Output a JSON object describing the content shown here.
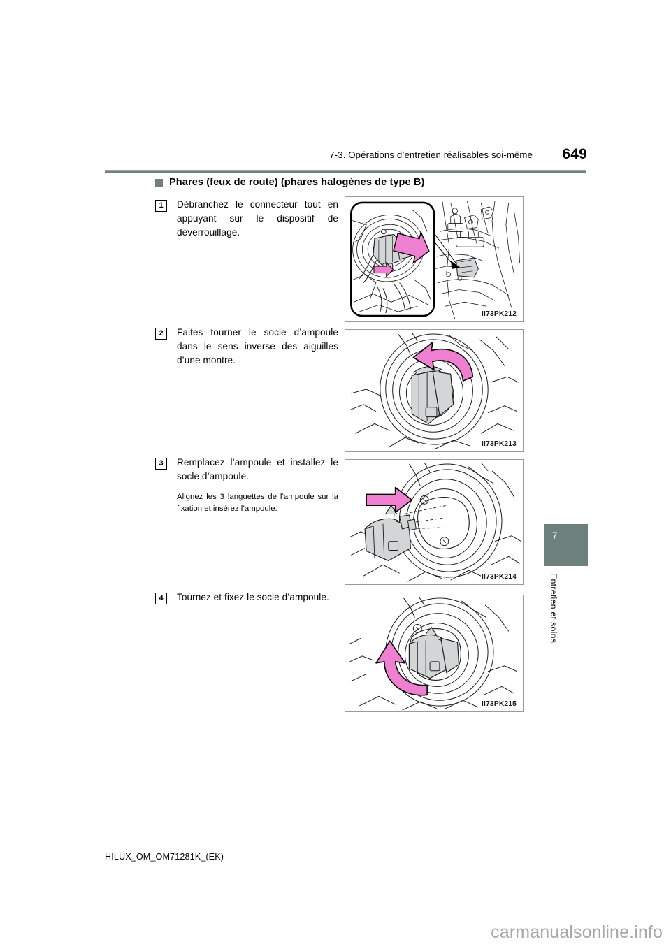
{
  "header": {
    "title": "7-3. Opérations d’entretien réalisables soi-même",
    "page_number": "649"
  },
  "section": {
    "bullet_icon": "filled-square-bullet",
    "label": "Phares (feux de route) (phares halogènes de type B)"
  },
  "steps": [
    {
      "number": "1",
      "text": "Débranchez le connecteur tout en appuyant sur le dispositif de déverrouillage.",
      "subtext": "",
      "image_code": "II73PK212"
    },
    {
      "number": "2",
      "text": "Faites tourner le socle d’ampoule dans le sens inverse des aiguilles d’une montre.",
      "subtext": "",
      "image_code": "II73PK213"
    },
    {
      "number": "3",
      "text": "Remplacez l’ampoule et installez le socle d’ampoule.",
      "subtext": "Alignez les 3 languettes de l’ampoule sur la fixation et insérez l’ampoule.",
      "image_code": "II73PK214"
    },
    {
      "number": "4",
      "text": "Tournez et fixez le socle d’ampoule.",
      "subtext": "",
      "image_code": "II73PK215"
    }
  ],
  "chapter_tab": {
    "number": "7",
    "label": "Entretien et soins",
    "color": "#6d807d"
  },
  "footer": {
    "document_id": "HILUX_OM_OM71281K_(EK)"
  },
  "watermark": {
    "text": "carmanualsonline.info"
  },
  "colors": {
    "accent": "#6d807d",
    "rule": "#71807e",
    "arrow_pink": "#ef7fd0",
    "part_gray": "#d3d6d6"
  }
}
